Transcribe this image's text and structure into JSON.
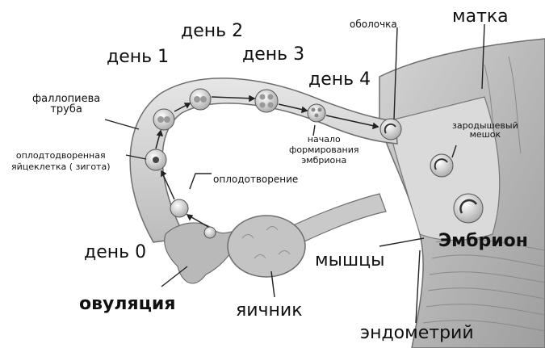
{
  "labels": {
    "day1": "день 1",
    "day2": "день 2",
    "day3": "день 3",
    "day4": "день 4",
    "day0": "день 0",
    "uterus": "матка",
    "shell": "оболочка",
    "yolk_sac_line1": "зародышевый",
    "yolk_sac_line2": "мешок",
    "fallopian_line1": "фаллопиева",
    "fallopian_line2": "труба",
    "zygote_line1": "оплодтодворенная",
    "zygote_line2": "яйцеклетка ( зигота)",
    "fertilization": "оплодотворение",
    "embryo_start_line1": "начало",
    "embryo_start_line2": "формирования",
    "embryo_start_line3": "эмбриона",
    "embryo": "Эмбрион",
    "muscles": "мышцы",
    "ovulation": "овуляция",
    "ovary": "яичник",
    "endometrium": "эндометрий"
  },
  "colors": {
    "tube_fill": "#d9d9d9",
    "tube_edge": "#7a7a7a",
    "uterus_fill": "#bdbdbd",
    "muscle_fill": "#a9a9a9",
    "ovary_fill": "#c4c4c4",
    "cell_fill": "#f2f2f2",
    "cell_edge": "#555555",
    "line": "#222222"
  }
}
